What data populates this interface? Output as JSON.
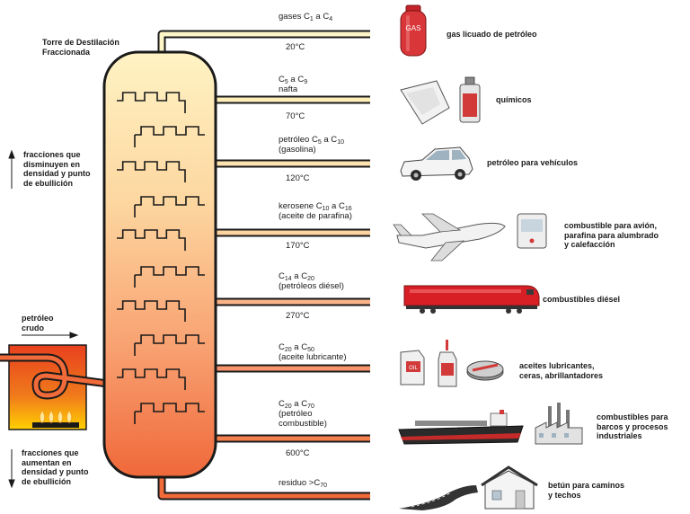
{
  "title": "Torre de Destilación\nFraccionada",
  "crude_label": "petróleo\ncrudo",
  "up_note": "fracciones que\ndisminuyen en\ndensidad y punto\nde ebullición",
  "down_note": "fracciones que\naumentan en\ndensidad y punto\nde ebullición",
  "fractions": [
    {
      "id": "gases",
      "l1a": "gases C",
      "s1": "1",
      "l1b": " a C",
      "s2": "4",
      "l2": ""
    },
    {
      "id": "nafta",
      "l1a": "C",
      "s1": "5",
      "l1b": " a C",
      "s2": "9",
      "l2": "nafta"
    },
    {
      "id": "gasolina",
      "l1a": "petróleo C",
      "s1": "5",
      "l1b": " a C",
      "s2": "10",
      "l2": "(gasolina)"
    },
    {
      "id": "kerosene",
      "l1a": "kerosene C",
      "s1": "10",
      "l1b": " a C",
      "s2": "16",
      "l2": "(aceite de parafina)"
    },
    {
      "id": "diesel",
      "l1a": "C",
      "s1": "14",
      "l1b": " a C",
      "s2": "20",
      "l2": "(petróleos diésel)"
    },
    {
      "id": "lubricante",
      "l1a": "C",
      "s1": "20",
      "l1b": " a C",
      "s2": "50",
      "l2": "(aceite lubricante)"
    },
    {
      "id": "combustible",
      "l1a": "C",
      "s1": "20",
      "l1b": " a C",
      "s2": "70",
      "l2": "(petróleo\ncombustible)"
    },
    {
      "id": "residuo",
      "l1a": "residuo >C",
      "s1": "",
      "l1b": "",
      "s2": "70",
      "l2": ""
    }
  ],
  "temperatures": [
    "20°C",
    "70°C",
    "120°C",
    "170°C",
    "270°C",
    "600°C"
  ],
  "products": [
    {
      "id": "glp",
      "label": "gas licuado de petróleo"
    },
    {
      "id": "quimicos",
      "label": "químicos"
    },
    {
      "id": "vehiculos",
      "label": "petróleo para vehículos"
    },
    {
      "id": "avion",
      "label": "combustible para avión,\nparafina para alumbrado\ny calefacción"
    },
    {
      "id": "diesel",
      "label": "combustibles diésel"
    },
    {
      "id": "aceites",
      "label": "aceites lubricantes,\nceras, abrillantadores"
    },
    {
      "id": "barcos",
      "label": "combustibles para\nbarcos y procesos\nindustriales"
    },
    {
      "id": "betun",
      "label": "betún para caminos\ny techos"
    }
  ],
  "icon_text": {
    "gas_cylinder": "GAS",
    "oil_can": "OIL"
  },
  "colors": {
    "tower_top": "#fff3c4",
    "tower_bottom": "#f0683a",
    "outline": "#1a1a1a",
    "furnace_top": "#ffd000",
    "furnace_bottom": "#e23a1c",
    "train": "#d81f26"
  }
}
